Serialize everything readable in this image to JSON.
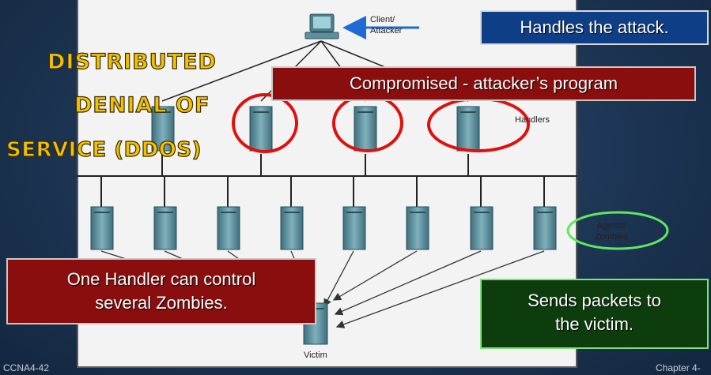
{
  "diagram": {
    "title_art": [
      "Distributed",
      "Denial of",
      "Service (DDos)"
    ],
    "labels": {
      "client": [
        "Client/",
        "Attacker"
      ],
      "handlers": "Handlers",
      "agents": [
        "Agents/",
        "Zombies"
      ],
      "victim": "Victim"
    }
  },
  "callouts": {
    "handles": "Handles the attack.",
    "compromised": "Compromised - attacker’s program",
    "one_handler": [
      "One Handler can control",
      "several Zombies."
    ],
    "sends": [
      "Sends packets to",
      "the victim."
    ]
  },
  "footer": {
    "left": "CCNA4-42",
    "right": "Chapter 4-"
  },
  "colors": {
    "background": "#1c3553",
    "callout_blue": "#0e3f86",
    "callout_red": "#8b0e0e",
    "callout_green": "#0d3d0d",
    "circle_red": "#e01010",
    "circle_green": "#5ee85e",
    "title_art": "#f2c200"
  }
}
